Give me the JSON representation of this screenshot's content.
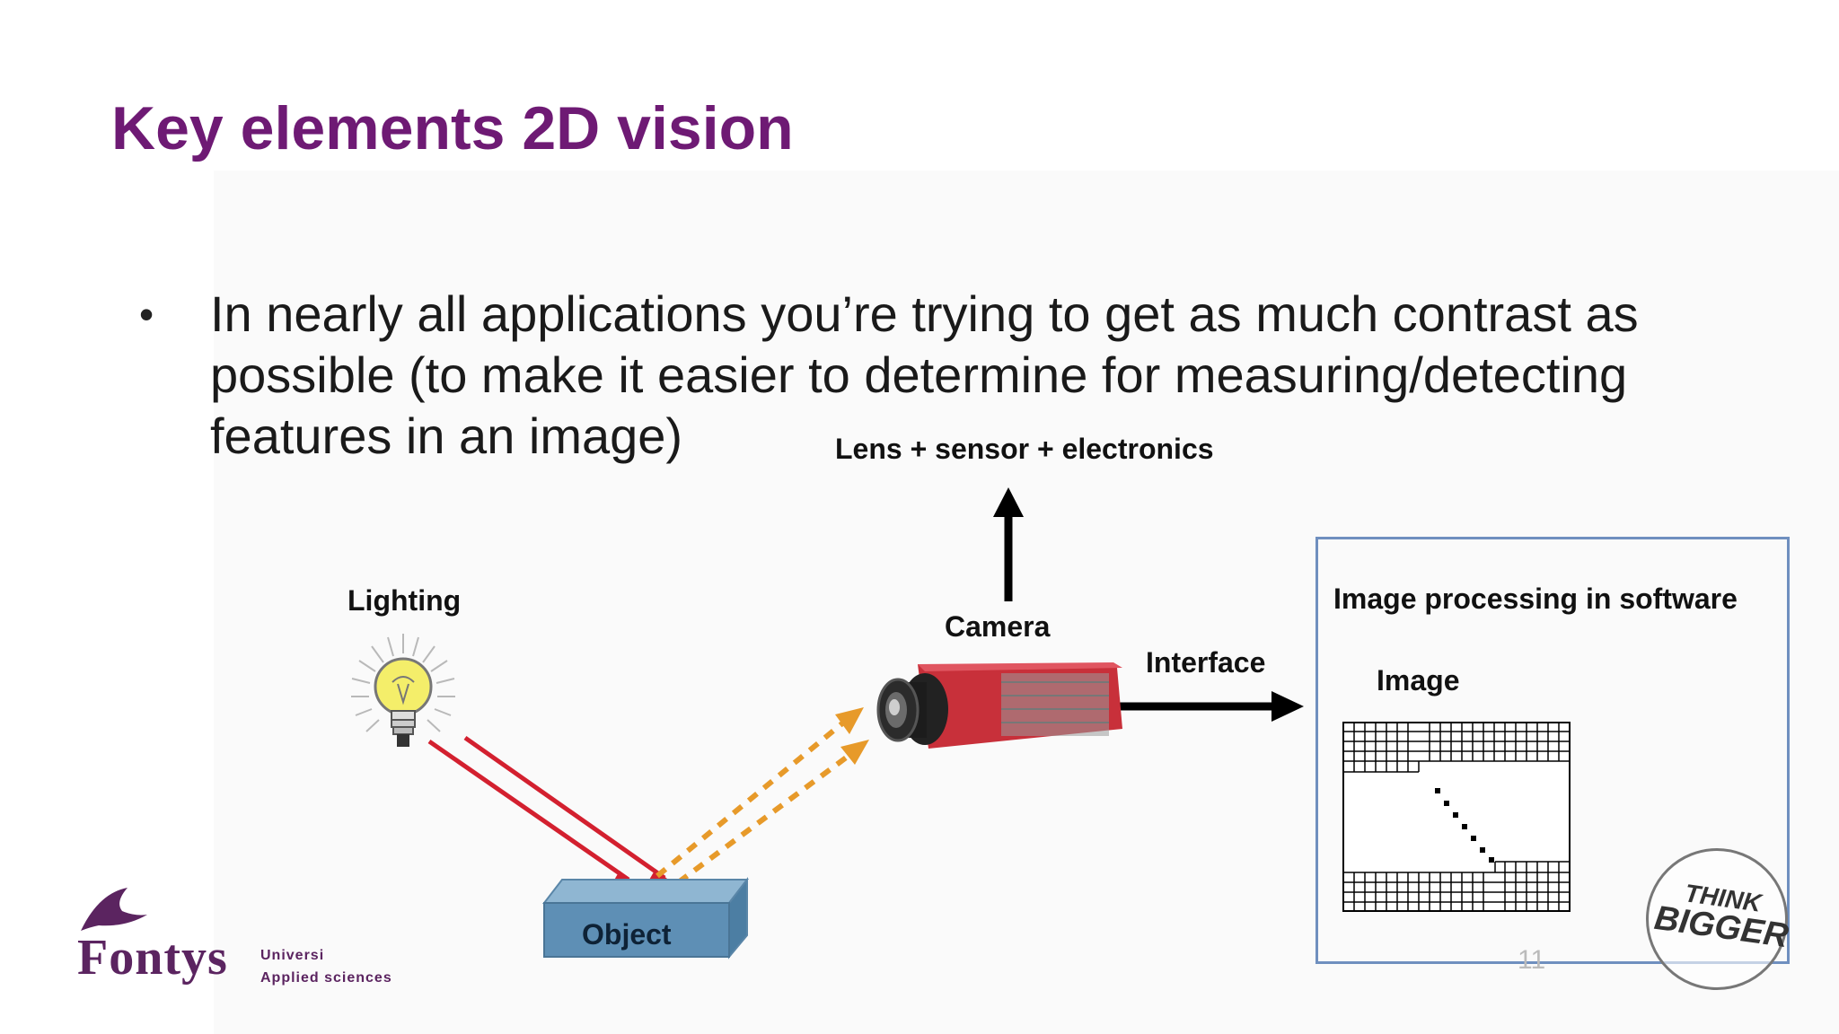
{
  "slide": {
    "title": "Key elements 2D vision",
    "bullet_marker": "•",
    "bullet_text": "In nearly all applications you’re trying to get as much contrast as possible (to make it easier to determine for measuring/detecting features in an image)",
    "page_number": "11"
  },
  "diagram": {
    "lens_label": "Lens + sensor + electronics",
    "lighting_label": "Lighting",
    "camera_label": "Camera",
    "interface_label": "Interface",
    "object_label": "Object",
    "processing_label": "Image processing in software",
    "image_label": "Image"
  },
  "branding": {
    "logo_name": "Fontys",
    "logo_line1": "Universi",
    "logo_line2": "Applied sciences",
    "badge_line1": "THINK",
    "badge_line2": "BIGGER"
  },
  "colors": {
    "title": "#6e1a74",
    "light_ray": "#d3202f",
    "reflected_ray": "#e79a2a",
    "object_box": "#5e8fb5",
    "camera_body": "#c8303a",
    "panel_border": "#6f8fbf"
  }
}
